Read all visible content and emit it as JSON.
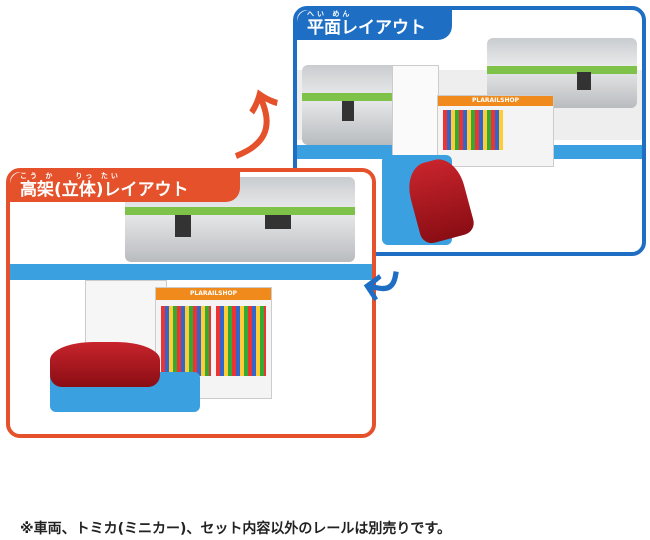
{
  "flat_layout": {
    "title": "平面レイアウト",
    "ruby": "へい めん",
    "color": "#1e6fc4"
  },
  "elevated_layout": {
    "title": "高架(立体)レイアウト",
    "ruby": "こう か　　りっ たい",
    "color": "#e4512a"
  },
  "store_sign": "PLARAILSHOP",
  "caption": "※車両、トミカ(ミニカー)、セット内容以外のレールは別売りです。"
}
